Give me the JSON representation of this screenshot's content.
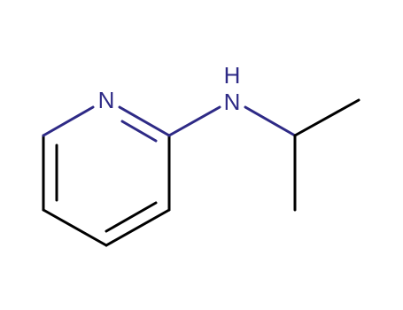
{
  "molecule": {
    "atoms": {
      "ring_nitrogen": {
        "symbol": "N"
      },
      "amine_nitrogen": {
        "symbol": "N"
      },
      "amine_hydrogen": {
        "symbol": "H"
      }
    },
    "colors": {
      "carbon_bond": "#000000",
      "nitrogen": "#2e2a86"
    }
  }
}
